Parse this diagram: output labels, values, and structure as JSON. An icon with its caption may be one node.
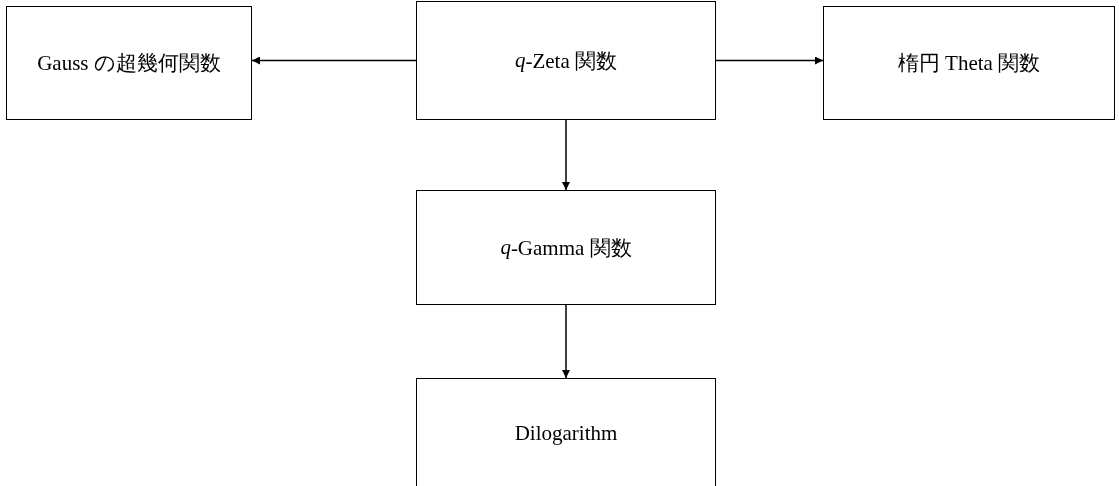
{
  "diagram": {
    "nodes": [
      {
        "text": [
          "Gauss の超幾何関数"
        ]
      },
      {
        "text": [
          "*q*-Zeta 関数"
        ]
      },
      {
        "text": [
          "楕円 Theta 関数"
        ]
      },
      {
        "text": [
          "*q*-Gamma 関数"
        ]
      },
      {
        "text": [
          "Dilogarithm"
        ]
      }
    ],
    "edges": [
      {
        "from": 1,
        "to": 0,
        "arrow": "to"
      },
      {
        "from": 1,
        "to": 2,
        "arrow": "to"
      },
      {
        "from": 1,
        "to": 3,
        "arrow": "to"
      },
      {
        "from": 3,
        "to": 4,
        "arrow": "to"
      }
    ]
  }
}
